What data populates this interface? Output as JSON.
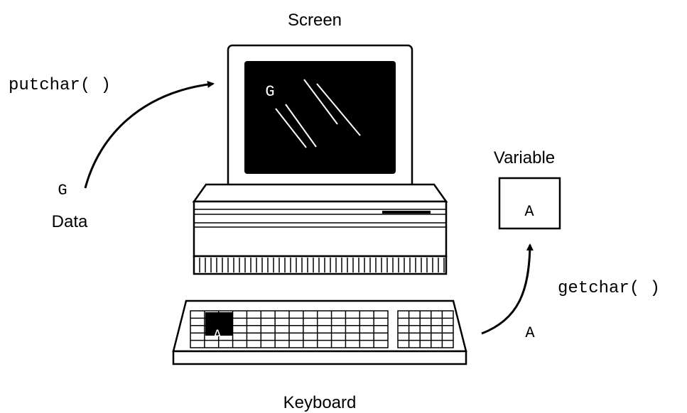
{
  "labels": {
    "screen": "Screen",
    "putchar": "putchar( )",
    "data_char": "G",
    "data": "Data",
    "screen_char": "G",
    "variable": "Variable",
    "variable_value": "A",
    "getchar": "getchar( )",
    "getchar_char": "A",
    "key_char": "A",
    "keyboard": "Keyboard"
  }
}
